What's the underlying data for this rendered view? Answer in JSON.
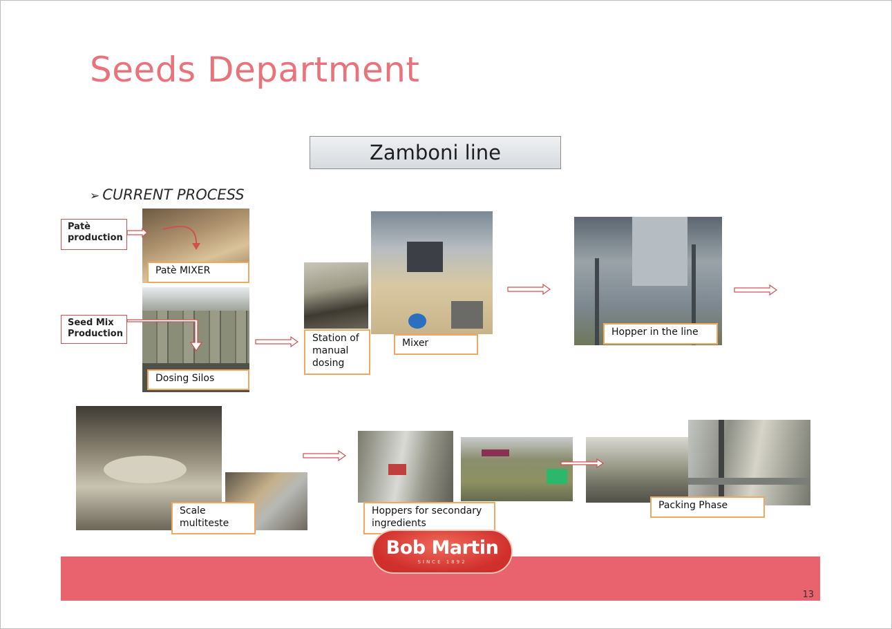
{
  "title": "Seeds Department",
  "banner": "Zamboni line",
  "section": {
    "marker": "➢",
    "text": "CURRENT PROCESS"
  },
  "side_labels": {
    "pate": "Patè production",
    "seedmix": "Seed Mix Production"
  },
  "labels": {
    "pate_mixer": "Patè MIXER",
    "dosing_silos": "Dosing Silos",
    "station": "Station of manual dosing",
    "mixer": "Mixer",
    "hopper": "Hopper in the line",
    "scale": "Scale multiteste",
    "hoppers_secondary": "Hoppers for secondary ingredients",
    "packing": "Packing Phase"
  },
  "logo": {
    "name": "Bob Martin",
    "tagline": "SINCE 1892"
  },
  "page_number": "13",
  "colors": {
    "title": "#e8737a",
    "footer": "#e8636d",
    "label_border": "#f0a860",
    "arrow": "#d05050"
  }
}
